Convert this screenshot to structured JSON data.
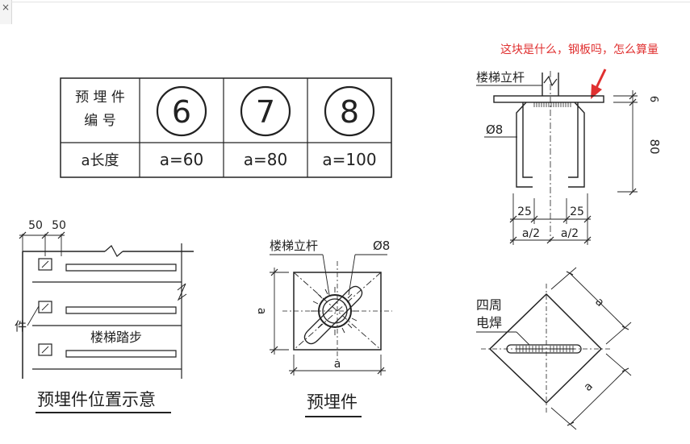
{
  "window": {
    "close_glyph": "×"
  },
  "annotation": {
    "question": "这块是什么，钢板吗，怎么算量",
    "color": "#e03030"
  },
  "table": {
    "header_row_label_1": "预 埋 件",
    "header_row_label_2": "编    号",
    "ids": [
      "6",
      "7",
      "8"
    ],
    "length_row_label": "a长度",
    "lengths": [
      "a=60",
      "a=80",
      "a=100"
    ]
  },
  "elevation": {
    "post_label": "楼梯立杆",
    "bar_label": "Ø8",
    "plate_thickness": "6",
    "height": "80",
    "leg_offset_left": "25",
    "leg_offset_right": "25",
    "half_width_left": "a/2",
    "half_width_right": "a/2"
  },
  "position_drawing": {
    "dim_left": "50",
    "dim_right": "50",
    "left_edge_label": "件",
    "step_label": "楼梯踏步",
    "caption": "预埋件位置示意"
  },
  "plan": {
    "post_label": "楼梯立杆",
    "bar_label": "Ø8",
    "side_dim": "a",
    "bottom_dim": "a",
    "caption": "预埋件"
  },
  "diamond": {
    "weld_label_1": "四周",
    "weld_label_2": "电焊",
    "dim_upper": "a",
    "dim_lower": "a"
  }
}
